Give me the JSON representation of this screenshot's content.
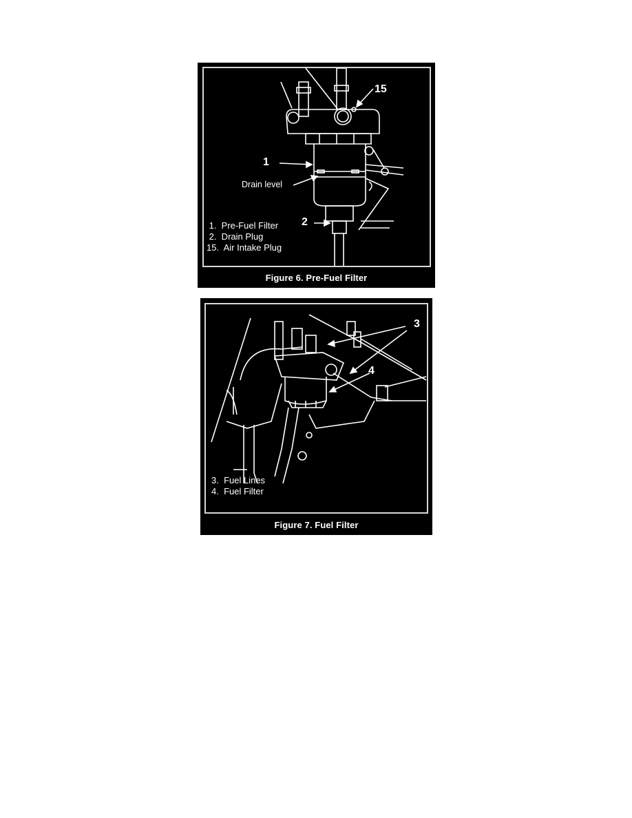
{
  "figures": [
    {
      "caption": "Figure 6.  Pre-Fuel Filter",
      "legend": [
        " 1.  Pre-Fuel Filter",
        " 2.  Drain Plug",
        "15.  Air Intake Plug"
      ],
      "callouts": [
        "15",
        "1",
        "2"
      ],
      "labels": {
        "drain_level": "Drain level"
      }
    },
    {
      "caption": "Figure 7.  Fuel Filter",
      "legend": [
        "3.  Fuel Lines",
        "4.  Fuel Filter"
      ],
      "callouts": [
        "3",
        "4"
      ]
    }
  ],
  "colors": {
    "background": "#ffffff",
    "figure_bg": "#000000",
    "line": "#ffffff",
    "border": "#d8d8d8"
  }
}
